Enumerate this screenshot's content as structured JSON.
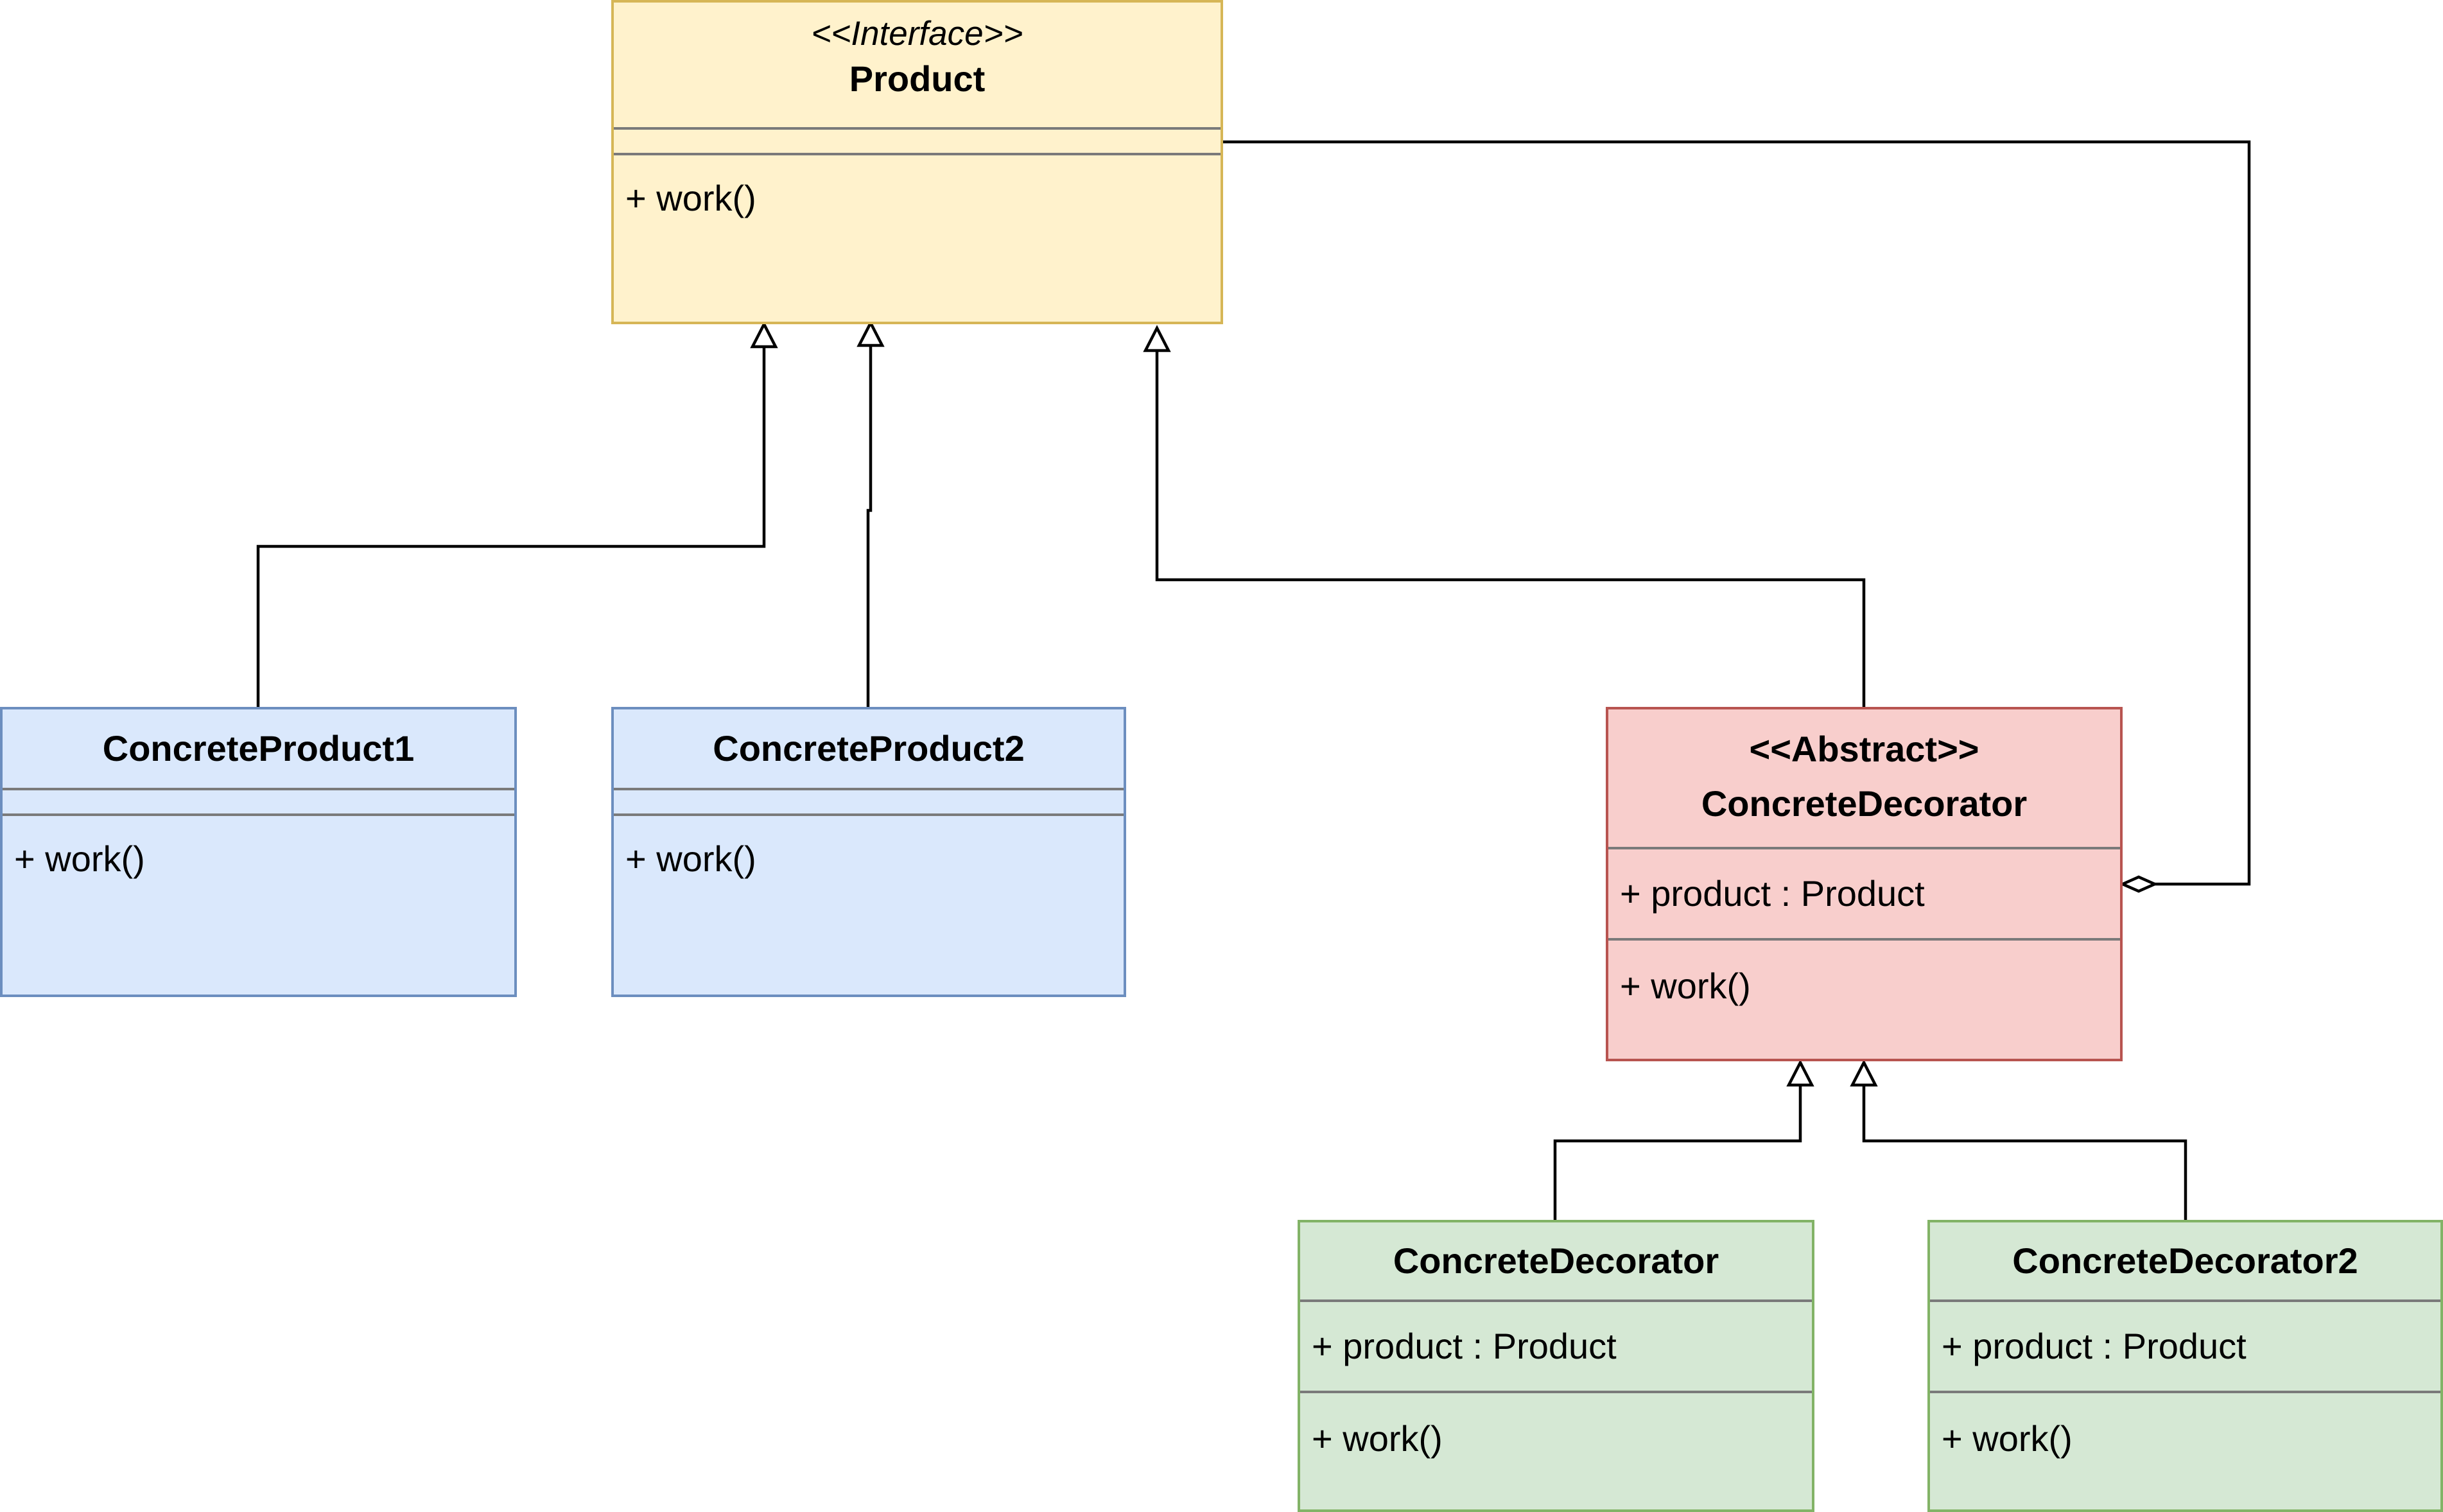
{
  "classes": {
    "product": {
      "stereotype": "<<Interface>>",
      "name": "Product",
      "operations": [
        "+ work()"
      ],
      "color": "#fff2cc",
      "stroke": "#d6b656"
    },
    "concrete_product1": {
      "name": "ConcreteProduct1",
      "operations": [
        "+ work()"
      ],
      "color": "#dae8fc",
      "stroke": "#6c8ebf"
    },
    "concrete_product2": {
      "name": "ConcreteProduct2",
      "operations": [
        "+ work()"
      ],
      "color": "#dae8fc",
      "stroke": "#6c8ebf"
    },
    "abstract_decorator": {
      "stereotype": "<<Abstract>>",
      "name": "ConcreteDecorator",
      "attributes": [
        "+ product : Product"
      ],
      "operations": [
        "+ work()"
      ],
      "color": "#f8cecc",
      "stroke": "#b85450"
    },
    "concrete_decorator": {
      "name": "ConcreteDecorator",
      "attributes": [
        "+ product : Product"
      ],
      "operations": [
        "+ work()"
      ],
      "color": "#d5e8d4",
      "stroke": "#82b366"
    },
    "concrete_decorator2": {
      "name": "ConcreteDecorator2",
      "attributes": [
        "+ product : Product"
      ],
      "operations": [
        "+ work()"
      ],
      "color": "#d5e8d4",
      "stroke": "#82b366"
    }
  },
  "relations": [
    {
      "type": "realization",
      "from": "ConcreteProduct1",
      "to": "Product"
    },
    {
      "type": "realization",
      "from": "ConcreteProduct2",
      "to": "Product"
    },
    {
      "type": "realization",
      "from": "ConcreteDecorator",
      "to": "Product"
    },
    {
      "type": "aggregation",
      "from": "Product",
      "to": "ConcreteDecorator"
    },
    {
      "type": "generalization",
      "from": "ConcreteDecorator",
      "to": "ConcreteDecorator (abstract)"
    },
    {
      "type": "generalization",
      "from": "ConcreteDecorator2",
      "to": "ConcreteDecorator (abstract)"
    }
  ]
}
